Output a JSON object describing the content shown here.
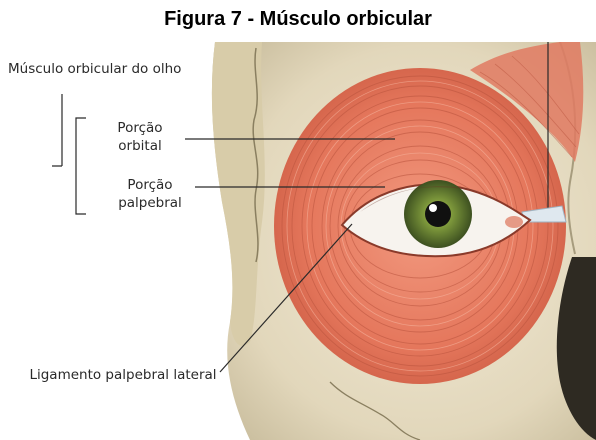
{
  "figure": {
    "title": "Figura 7 - Músculo orbicular",
    "labels": {
      "muscle": "Músculo orbicular do olho",
      "orbital": "Porção orbital",
      "palpebral": "Porção palpebral",
      "ligament": "Ligamento palpebral lateral"
    },
    "colors": {
      "muscle": "#e8836a",
      "muscle_dark": "#c85a44",
      "bone": "#e6dcc2",
      "bone_shadow": "#9e9478",
      "iris": "#6f8c3a",
      "pupil": "#101010",
      "sclera": "#f7f3ee"
    }
  }
}
